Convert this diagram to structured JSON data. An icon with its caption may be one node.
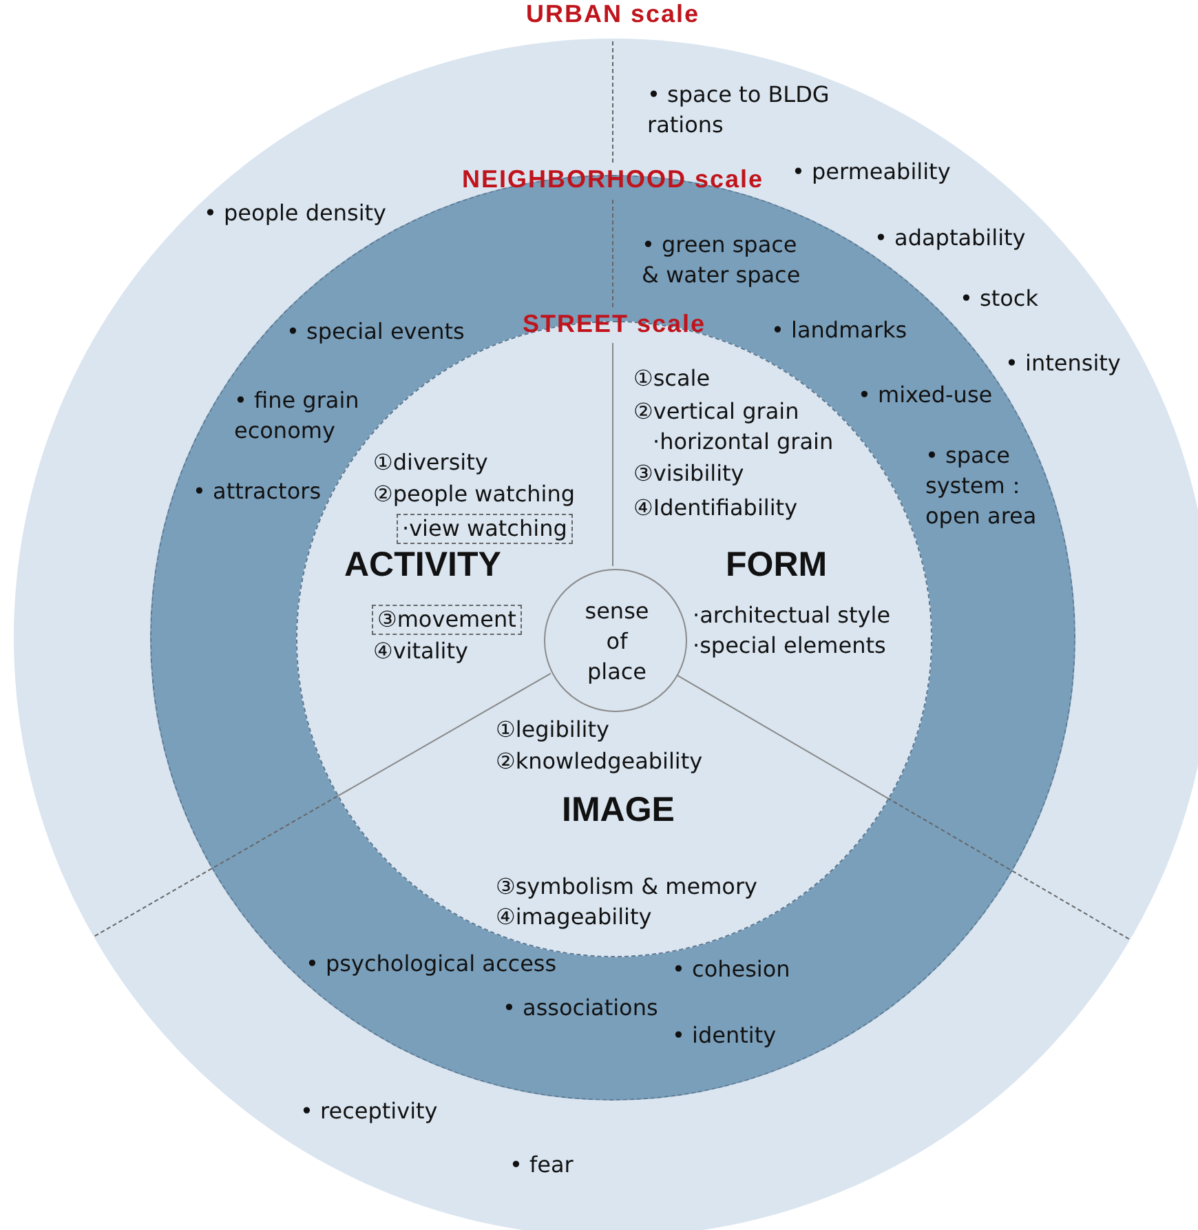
{
  "diagram": {
    "nodes": [
      {
        "text": [
          "URBAN scale"
        ]
      },
      {
        "text": [
          "NEIGHBORHOOD scale"
        ],
        "in": 0
      },
      {
        "text": [
          "STREET scale"
        ],
        "in": 1
      },
      {
        "text": [
          "sense of place"
        ],
        "in": 2
      },
      {
        "text": [
          "·view watching"
        ],
        "in": 2
      },
      {
        "text": [
          "③movement"
        ],
        "in": 2
      }
    ],
    "labels": [
      "• space to BLDG rations",
      "• permeability",
      "• people density",
      "• adaptability",
      "• green space & water space",
      "• stock",
      "• special events",
      "• landmarks",
      "• intensity",
      "①scale",
      "• fine grain economy",
      "• mixed-use",
      "②vertical grain",
      "·horizontal grain",
      "• space system：open area",
      "①diversity",
      "③visibility",
      "• attractors",
      "②people watching",
      "④Identifiability",
      "ACTIVITY",
      "FORM",
      "·architectual style",
      "④vitality",
      "·special elements",
      "①legibility",
      "②knowledgeability",
      "IMAGE",
      "③symbolism & memory",
      "④imageability",
      "• psychological access",
      "• cohesion",
      "• associations",
      "• identity",
      "• receptivity",
      "• fear"
    ]
  }
}
